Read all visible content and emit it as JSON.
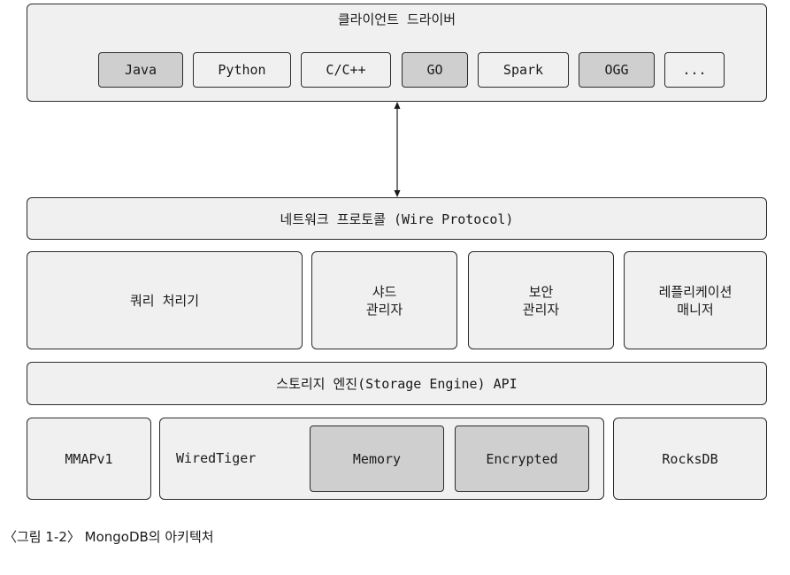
{
  "client_driver": {
    "title": "클라이언트 드라이버",
    "drivers": [
      "Java",
      "Python",
      "C/C++",
      "GO",
      "Spark",
      "OGG",
      "..."
    ]
  },
  "network_protocol": "네트워크 프로토콜 (Wire Protocol)",
  "modules": {
    "query_processor": "쿼리 처리기",
    "shard_manager": "샤드\n관리자",
    "security_manager": "보안\n관리자",
    "replication_manager": "레플리케이션\n매니저"
  },
  "storage_engine_api": "스토리지 엔진(Storage Engine) API",
  "engines": {
    "mmapv1": "MMAPv1",
    "wiredtiger": "WiredTiger",
    "memory": "Memory",
    "encrypted": "Encrypted",
    "rocksdb": "RocksDB"
  },
  "caption": "〈그림 1-2〉 MongoDB의 아키텍처"
}
